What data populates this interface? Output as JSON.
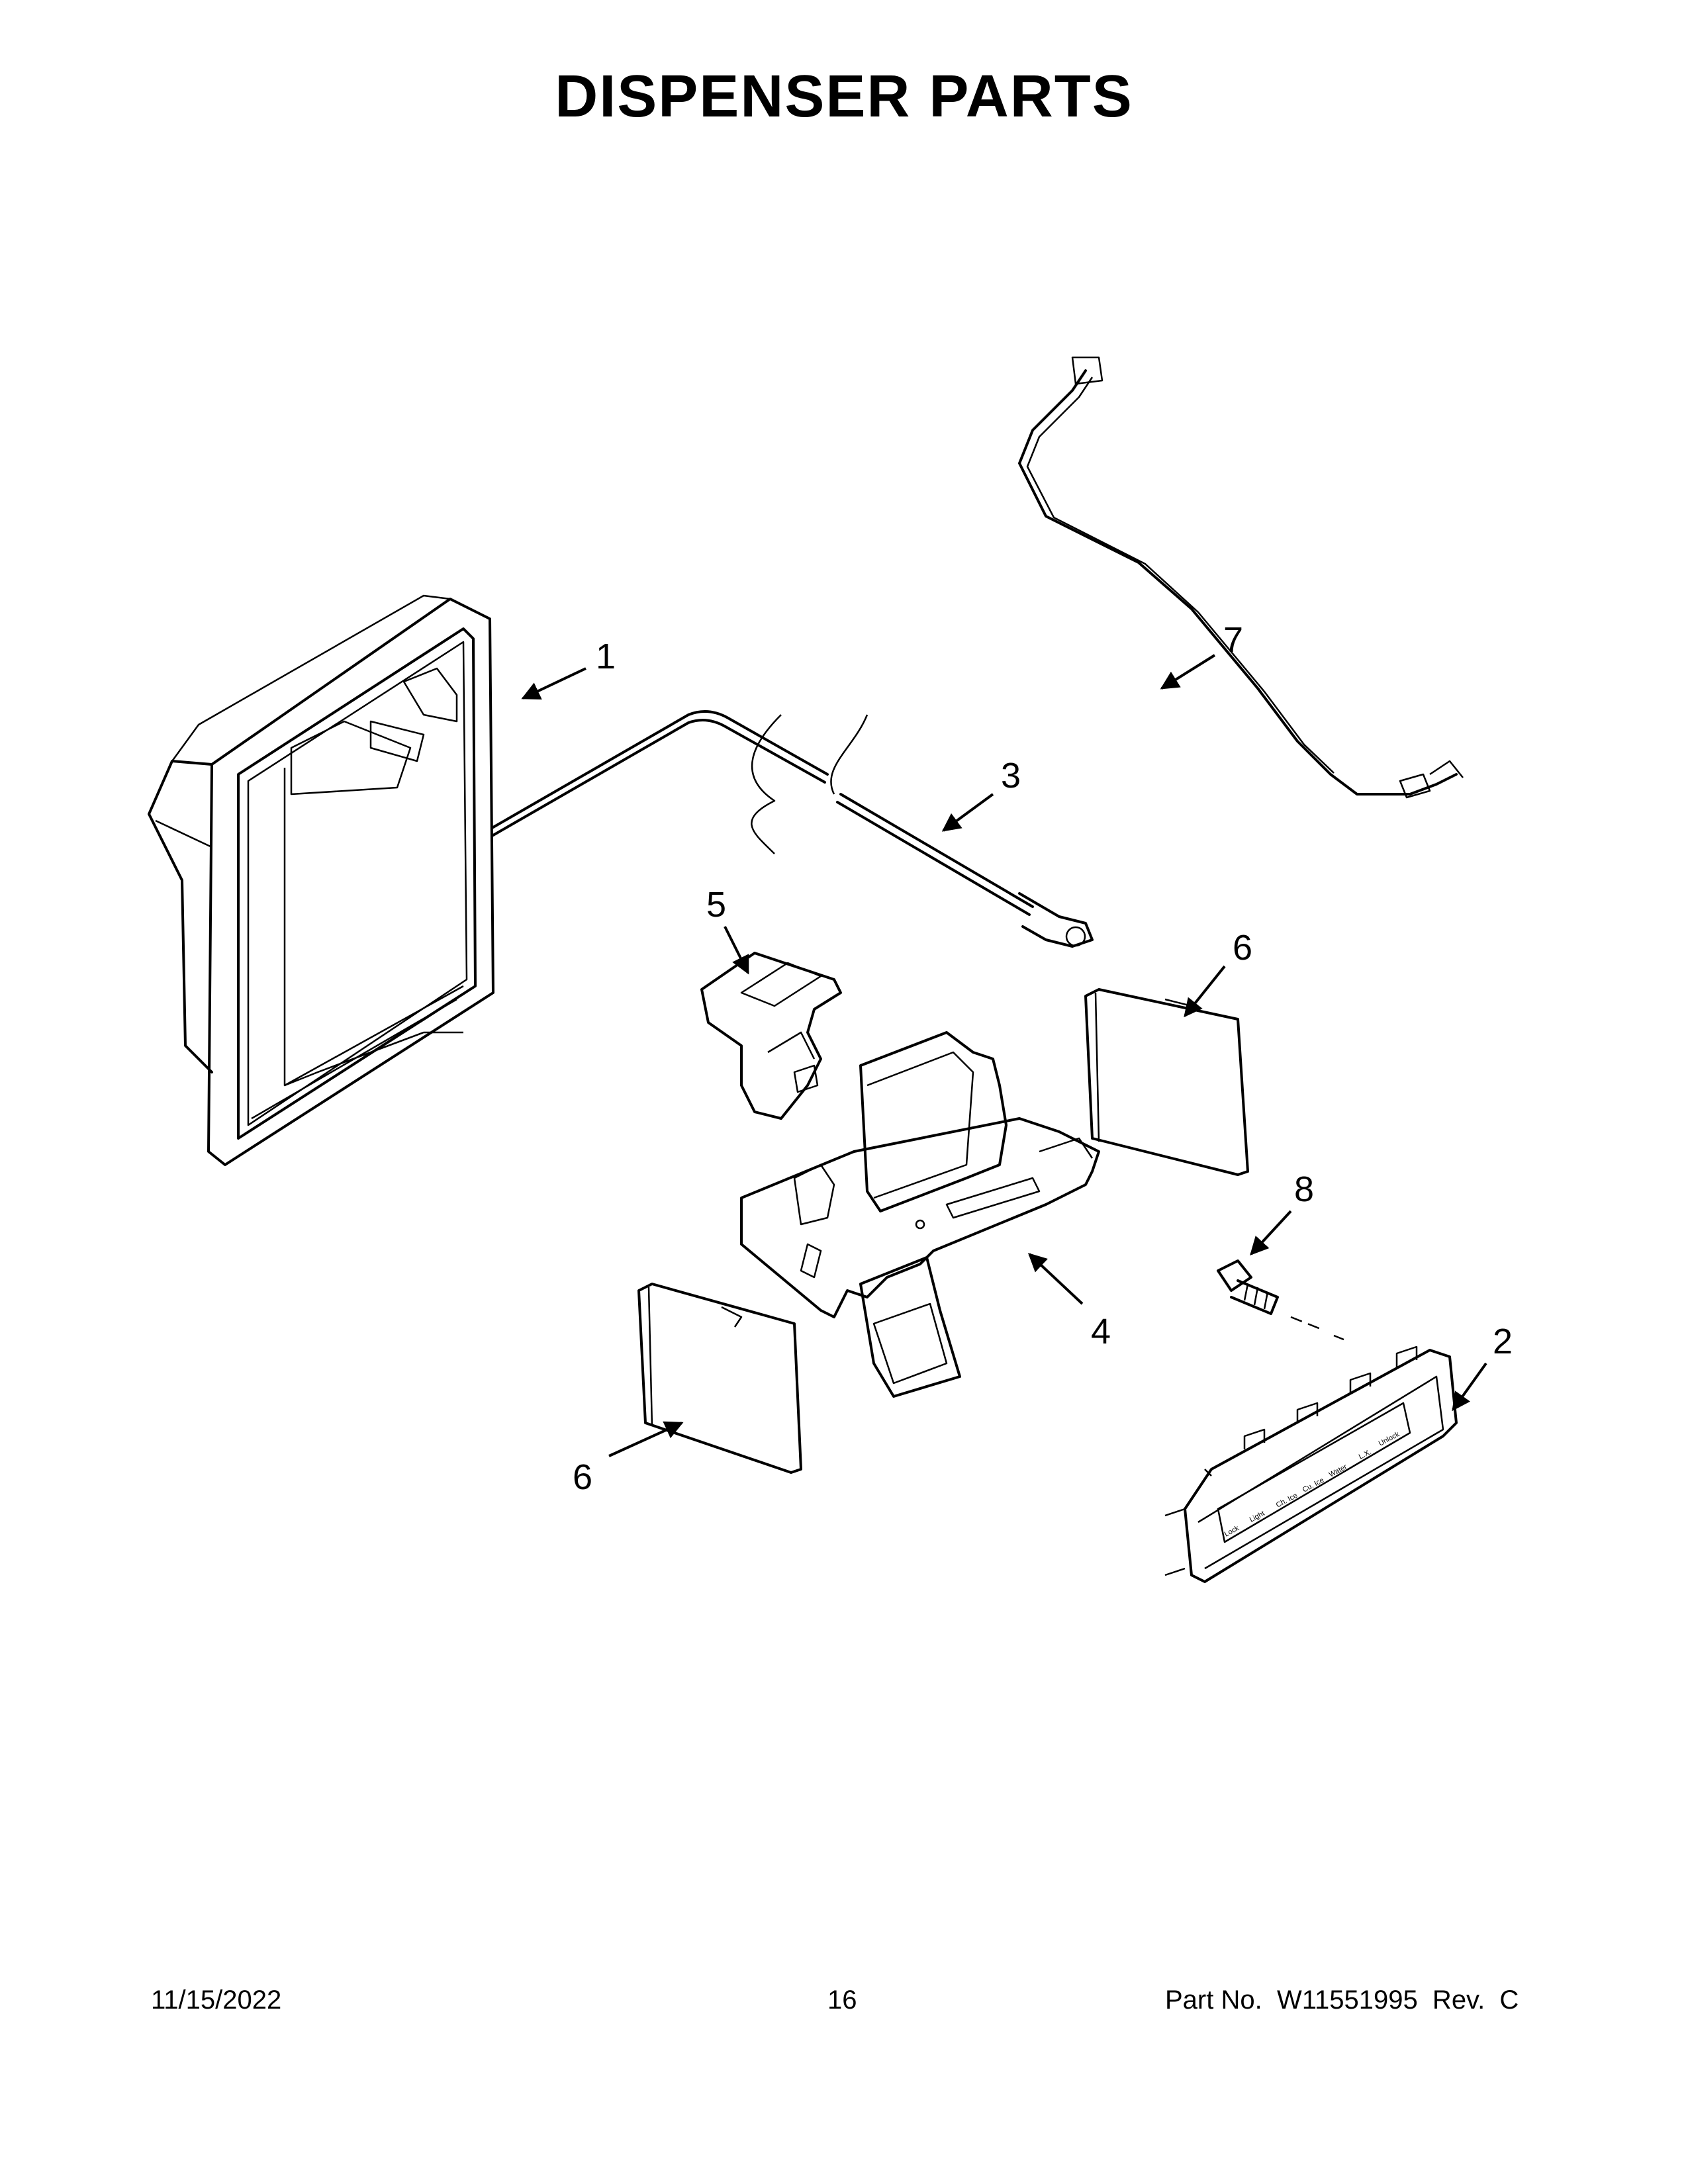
{
  "title": "DISPENSER PARTS",
  "callouts": {
    "c1": "1",
    "c2": "2",
    "c3": "3",
    "c4": "4",
    "c5": "5",
    "c6a": "6",
    "c6b": "6",
    "c7": "7",
    "c8": "8"
  },
  "panel_labels": [
    "Lock",
    "Light",
    "Ch. Ice",
    "Cu. Ice",
    "Water",
    "L.X.",
    "Unlock"
  ],
  "footer": {
    "date": "11/15/2022",
    "page": "16",
    "part_number": "Part No.  W11551995  Rev.  C"
  }
}
